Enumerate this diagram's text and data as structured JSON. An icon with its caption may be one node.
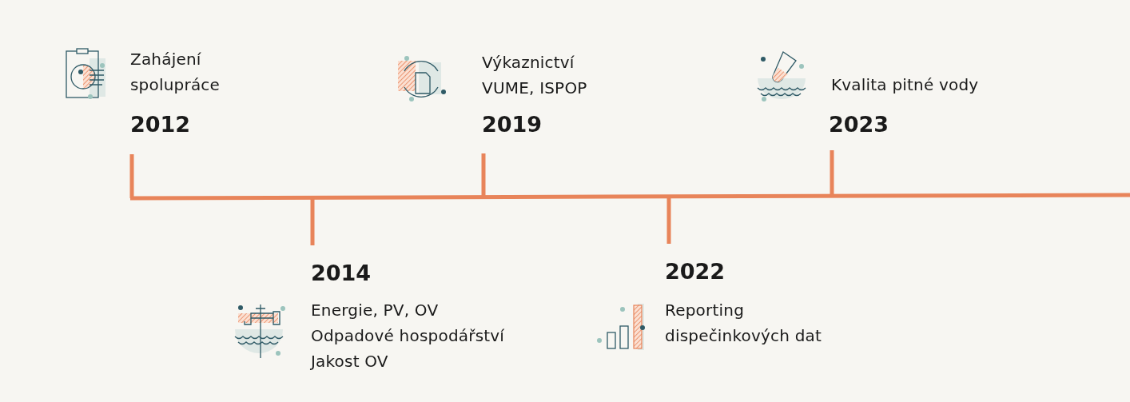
{
  "diagram": {
    "labels": [
      "Zahájení spolupráce",
      "2012",
      "Výkaznictví VUME, ISPOP",
      "2019",
      "Kvalita pitné vody",
      "2023",
      "2014",
      "Energie, PV, OV",
      "Odpadové hospodářství",
      "Jakost OV",
      "2022",
      "Reporting dispečinkových dat"
    ]
  }
}
